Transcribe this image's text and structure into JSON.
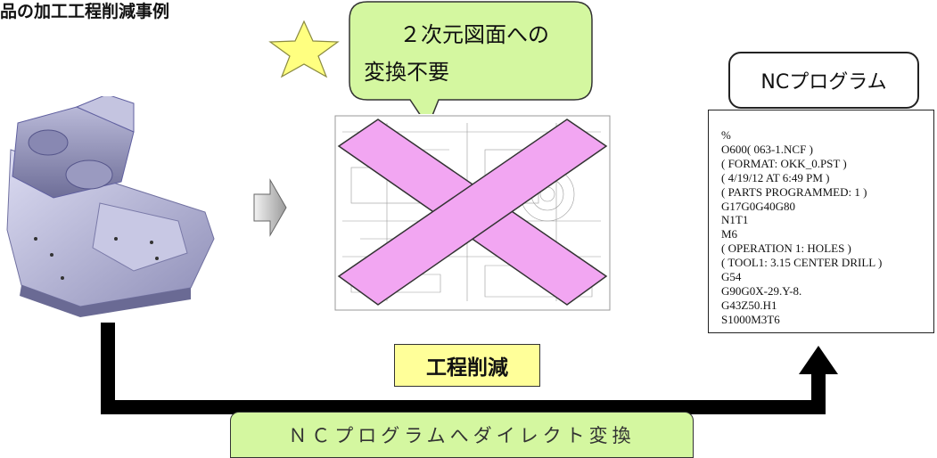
{
  "title": "品の加工工程削減事例",
  "callout": {
    "line1": "２次元図面への",
    "line2": "変換不要"
  },
  "nc_label": "NCプログラム",
  "nc_code": [
    "%",
    "O600( 063-1.NCF )",
    "( FORMAT: OKK_0.PST )",
    "( 4/19/12 AT    6:49 PM )",
    "( PARTS PROGRAMMED: 1 )",
    "G17G0G40G80",
    "N1T1",
    "M6",
    "( OPERATION 1: HOLES )",
    "( TOOL1: 3.15 CENTER DRILL )",
    "G54",
    "G90G0X-29.Y-8.",
    "G43Z50.H1",
    "S1000M3T6"
  ],
  "reduction_label": "工程削減",
  "direct_label": "ＮＣプログラムへダイレクト変換",
  "colors": {
    "callout_fill": "#d4f7a0",
    "cross_fill": "#f2a6f2",
    "star_fill": "#ffff80",
    "reduce_fill": "#ffff99",
    "banner_fill": "#d4f7a0"
  }
}
